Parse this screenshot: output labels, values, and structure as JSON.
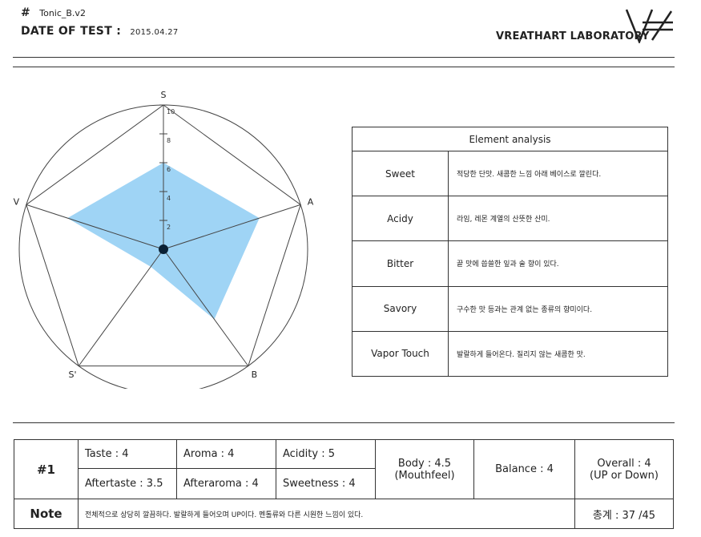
{
  "header": {
    "hash": "#",
    "file_name": "Tonic_B.v2",
    "date_label": "DATE OF TEST :",
    "date_value": "2015.04.27",
    "lab_name": "VREATHART LABORATORY"
  },
  "radar": {
    "axes": [
      "S",
      "A",
      "B",
      "S'",
      "V"
    ],
    "scale_max": 10,
    "ticks": [
      "2",
      "4",
      "6",
      "8",
      "10"
    ],
    "values": [
      6,
      7,
      6,
      1.5,
      7
    ],
    "fill_color": "#9fd4f5",
    "center_color": "#0b2135"
  },
  "analysis": {
    "title": "Element analysis",
    "rows": [
      {
        "element": "Sweet",
        "desc": "적당한 단맛. 새콤한 느낌 아래 베이스로 깔린다."
      },
      {
        "element": "Acidy",
        "desc": "라임, 레몬 계열의 산뜻한 산미."
      },
      {
        "element": "Bitter",
        "desc": "끝 맛에 씁쓸한 잎과 술 향이 있다."
      },
      {
        "element": "Savory",
        "desc": "구수한 맛 등과는 관계 없는 종류의 향미이다."
      },
      {
        "element": "Vapor Touch",
        "desc": "발랄하게 들어온다. 질리지 않는 새콤한 맛."
      }
    ]
  },
  "summary": {
    "id": "#1",
    "taste": "Taste : 4",
    "aroma": "Aroma : 4",
    "acidity": "Acidity : 5",
    "aftertaste": "Aftertaste : 3.5",
    "afteraroma": "Afteraroma : 4",
    "sweetness": "Sweetness : 4",
    "body_line1": "Body : 4.5",
    "body_line2": "(Mouthfeel)",
    "balance": "Balance : 4",
    "overall_line1": "Overall : 4",
    "overall_line2": "(UP or Down)",
    "note_label": "Note",
    "note_text": "전체적으로 상당히 깔끔하다.  발랄하게 들어오며 UP이다. 멘톨류와 다른 시원한 느낌이 있다.",
    "total": "총계 :  37 /45"
  }
}
